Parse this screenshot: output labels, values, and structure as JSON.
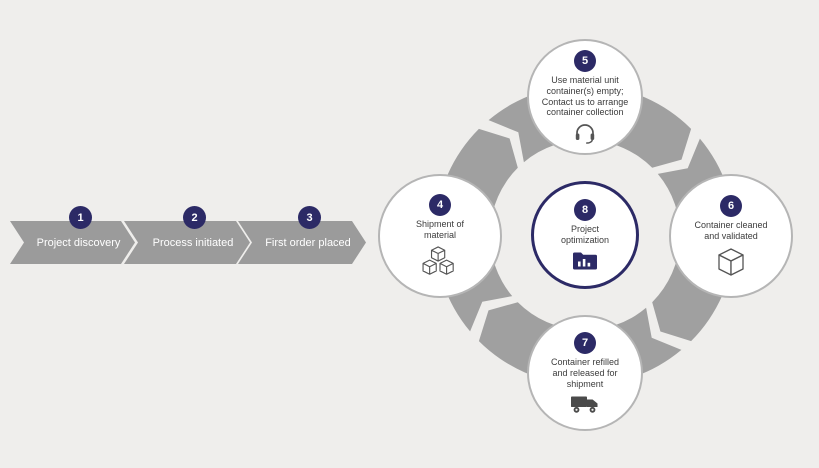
{
  "colors": {
    "accent_navy": "#2c2a66",
    "arrow_gray": "#9b9b9b",
    "ring_gray": "#a0a0a0",
    "background": "#efeeec"
  },
  "linear_steps": [
    {
      "number": "1",
      "label": "Project discovery"
    },
    {
      "number": "2",
      "label": "Process initiated"
    },
    {
      "number": "3",
      "label": "First order placed"
    }
  ],
  "cycle_steps": [
    {
      "number": "4",
      "label": "Shipment of\nmaterial",
      "icon": "cubes-icon"
    },
    {
      "number": "5",
      "label": "Use material unit\ncontainer(s) empty;\nContact us to arrange\ncontainer collection",
      "icon": "headset-icon"
    },
    {
      "number": "6",
      "label": "Container cleaned\nand validated",
      "icon": "cube-icon"
    },
    {
      "number": "7",
      "label": "Container refilled\nand released for\nshipment",
      "icon": "truck-icon"
    },
    {
      "number": "8",
      "label": "Project\noptimization",
      "icon": "folder-chart-icon"
    }
  ]
}
